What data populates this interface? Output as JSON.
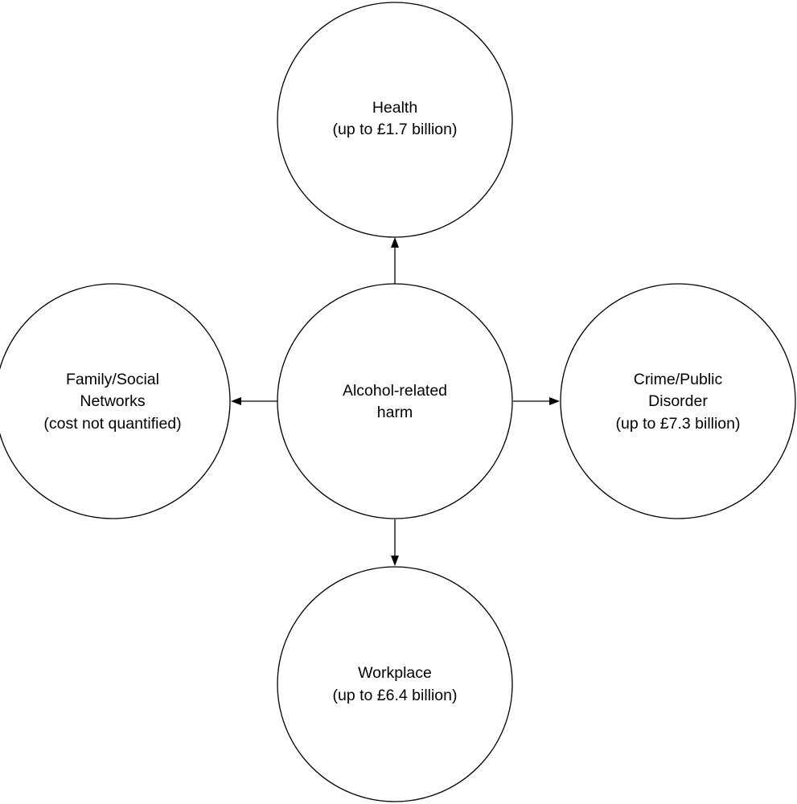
{
  "diagram": {
    "center": {
      "lines": [
        "Alcohol-related",
        "harm"
      ]
    },
    "health": {
      "lines": [
        "Health",
        "(up to £1.7 billion)"
      ]
    },
    "family": {
      "lines": [
        "Family/Social",
        "Networks",
        "(cost not quantified)"
      ]
    },
    "crime": {
      "lines": [
        "Crime/Public",
        "Disorder",
        "(up to £7.3 billion)"
      ]
    },
    "workplace": {
      "lines": [
        "Workplace",
        "(up to £6.4 billion)"
      ]
    }
  }
}
